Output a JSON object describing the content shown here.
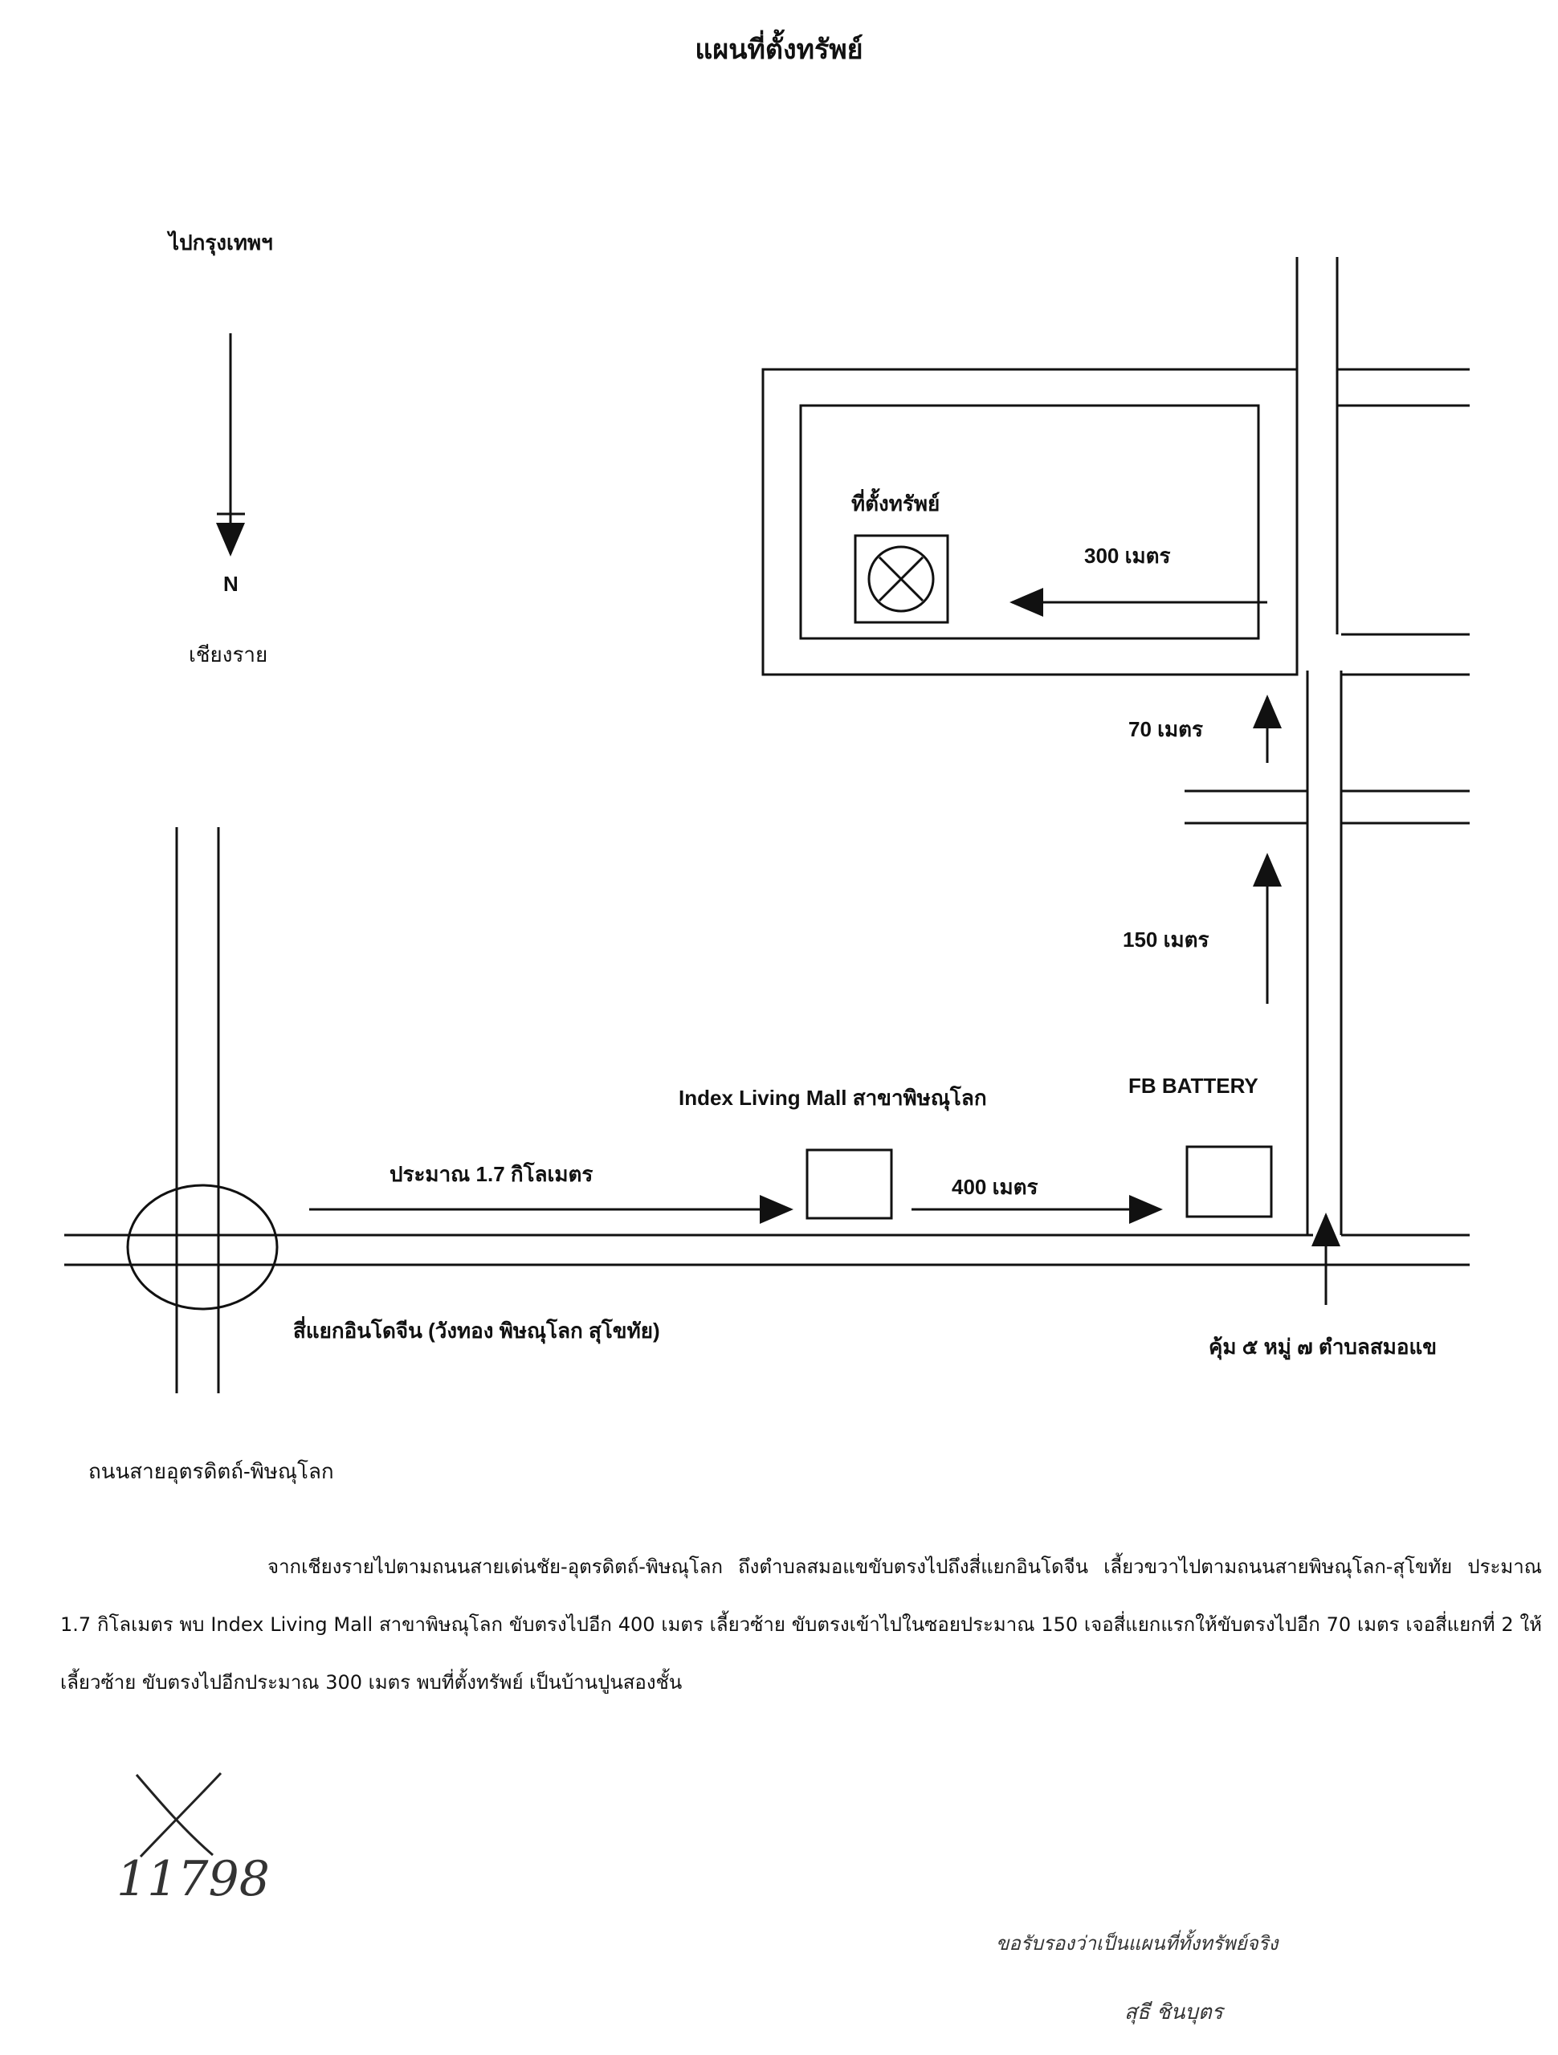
{
  "title": "แผนที่ตั้งทรัพย์",
  "map": {
    "to_bangkok": "ไปกรุงเทพฯ",
    "north": "N",
    "to_chiangrai": "เชียงราย",
    "property_label": "ที่ตั้งทรัพย์",
    "dist_300": "300 เมตร",
    "dist_70": "70 เมตร",
    "dist_150": "150 เมตร",
    "index_mall": "Index Living Mall สาขาพิษณุโลก",
    "fb_battery": "FB BATTERY",
    "dist_1_7km": "ประมาณ  1.7 กิโลเมตร",
    "dist_400": "400 เมตร",
    "intersection": "สี่แยกอินโดจีน (วังทอง พิษณุโลก สุโขทัย)",
    "soi_label": "คุ้ม ๕ หมู่ ๗ ตำบลสมอแข",
    "road_name": "ถนนสายอุตรดิตถ์-พิษณุโลก"
  },
  "directions": "จากเชียงรายไปตามถนนสายเด่นชัย-อุตรดิตถ์-พิษณุโลก ถึงตำบลสมอแขขับตรงไปถึงสี่แยกอินโดจีน เลี้ยวขวาไปตามถนนสายพิษณุโลก-สุโขทัย ประมาณ 1.7 กิโลเมตร พบ Index Living Mall สาขาพิษณุโลก ขับตรงไปอีก 400 เมตร เลี้ยวซ้าย ขับตรงเข้าไปในซอยประมาณ 150 เจอสี่แยกแรกให้ขับตรงไปอีก 70 เมตร เจอสี่แยกที่ 2 ให้เลี้ยวซ้าย ขับตรงไปอีกประมาณ 300 เมตร พบที่ตั้งทรัพย์ เป็นบ้านปูนสองชั้น",
  "handwriting": {
    "number": "11798",
    "certify": "ขอรับรองว่าเป็นแผนที่ทั้งทรัพย์จริง",
    "name": "สุธี ชินบุตร"
  }
}
